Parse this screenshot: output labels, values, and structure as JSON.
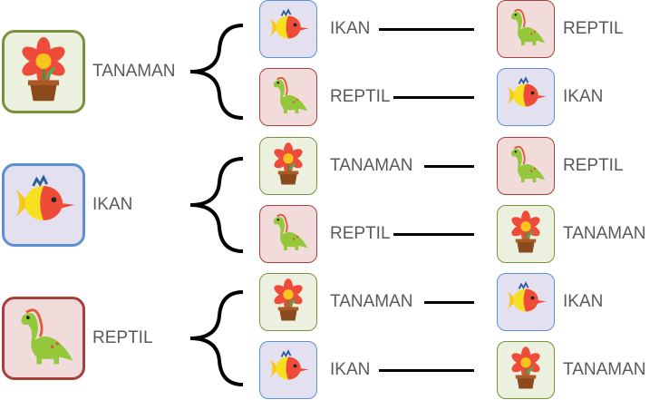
{
  "categories": {
    "tanaman": "TANAMAN",
    "ikan": "IKAN",
    "reptil": "REPTIL"
  },
  "groups": [
    {
      "main": "TANAMAN",
      "pairs": [
        {
          "left": "IKAN",
          "right": "REPTIL"
        },
        {
          "left": "REPTIL",
          "right": "IKAN"
        }
      ]
    },
    {
      "main": "IKAN",
      "pairs": [
        {
          "left": "TANAMAN",
          "right": "REPTIL"
        },
        {
          "left": "REPTIL",
          "right": "TANAMAN"
        }
      ]
    },
    {
      "main": "REPTIL",
      "pairs": [
        {
          "left": "TANAMAN",
          "right": "IKAN"
        },
        {
          "left": "IKAN",
          "right": "TANAMAN"
        }
      ]
    }
  ],
  "colors": {
    "tanaman": "#77933c",
    "ikan": "#5b8fd6",
    "reptil": "#a5403d"
  }
}
